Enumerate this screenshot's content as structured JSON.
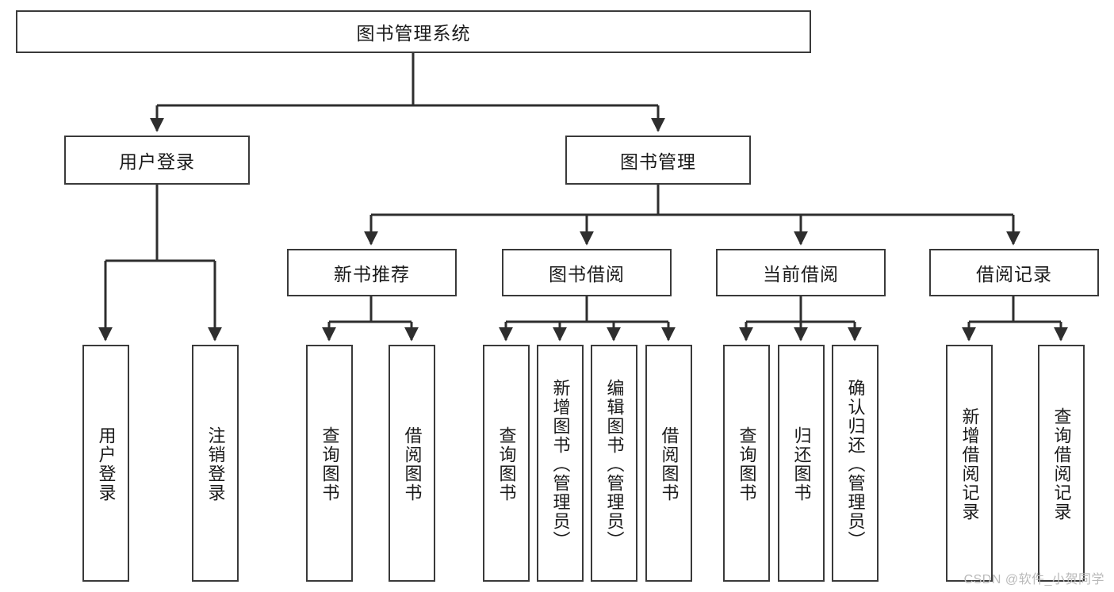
{
  "diagram": {
    "title": "图书管理系统",
    "type": "tree",
    "watermark": "CSDN @软件_小贺同学",
    "colors": {
      "box_border": "#3a3a3a",
      "box_fill": "#ffffff",
      "edge": "#2e2e2e",
      "text": "#1a1a1a",
      "watermark": "#b9b9b9"
    },
    "levels": {
      "root": "图书管理系统",
      "level2": [
        "用户登录",
        "图书管理"
      ],
      "level3": [
        "新书推荐",
        "图书借阅",
        "当前借阅",
        "借阅记录"
      ]
    },
    "nodes": {
      "root": {
        "label": "图书管理系统",
        "orientation": "horizontal"
      },
      "n_user_login": {
        "label": "用户登录",
        "orientation": "horizontal"
      },
      "n_book_mgmt": {
        "label": "图书管理",
        "orientation": "horizontal"
      },
      "n_new_book_rec": {
        "label": "新书推荐",
        "orientation": "horizontal"
      },
      "n_book_borrow": {
        "label": "图书借阅",
        "orientation": "horizontal"
      },
      "n_current_borrow": {
        "label": "当前借阅",
        "orientation": "horizontal"
      },
      "n_borrow_record": {
        "label": "借阅记录",
        "orientation": "horizontal"
      },
      "leaf_user_login": {
        "label": "用户登录",
        "orientation": "vertical"
      },
      "leaf_logout": {
        "label": "注销登录",
        "orientation": "vertical"
      },
      "leaf_query_book_1": {
        "label": "查询图书",
        "orientation": "vertical"
      },
      "leaf_borrow_book_1": {
        "label": "借阅图书",
        "orientation": "vertical"
      },
      "leaf_query_book_2": {
        "label": "查询图书",
        "orientation": "vertical"
      },
      "leaf_add_book": {
        "label": "新增图书（管理员）",
        "orientation": "vertical"
      },
      "leaf_edit_book": {
        "label": "编辑图书（管理员）",
        "orientation": "vertical"
      },
      "leaf_borrow_book_2": {
        "label": "借阅图书",
        "orientation": "vertical"
      },
      "leaf_query_book_3": {
        "label": "查询图书",
        "orientation": "vertical"
      },
      "leaf_return_book": {
        "label": "归还图书",
        "orientation": "vertical"
      },
      "leaf_confirm_return": {
        "label": "确认归还（管理员）",
        "orientation": "vertical"
      },
      "leaf_add_record": {
        "label": "新增借阅记录",
        "orientation": "vertical"
      },
      "leaf_query_record": {
        "label": "查询借阅记录",
        "orientation": "vertical"
      }
    },
    "edges": [
      {
        "from": "root",
        "to": "n_user_login"
      },
      {
        "from": "root",
        "to": "n_book_mgmt"
      },
      {
        "from": "n_user_login",
        "to": "leaf_user_login"
      },
      {
        "from": "n_user_login",
        "to": "leaf_logout"
      },
      {
        "from": "n_book_mgmt",
        "to": "n_new_book_rec"
      },
      {
        "from": "n_book_mgmt",
        "to": "n_book_borrow"
      },
      {
        "from": "n_book_mgmt",
        "to": "n_current_borrow"
      },
      {
        "from": "n_book_mgmt",
        "to": "n_borrow_record"
      },
      {
        "from": "n_new_book_rec",
        "to": "leaf_query_book_1"
      },
      {
        "from": "n_new_book_rec",
        "to": "leaf_borrow_book_1"
      },
      {
        "from": "n_book_borrow",
        "to": "leaf_query_book_2"
      },
      {
        "from": "n_book_borrow",
        "to": "leaf_add_book"
      },
      {
        "from": "n_book_borrow",
        "to": "leaf_edit_book"
      },
      {
        "from": "n_book_borrow",
        "to": "leaf_borrow_book_2"
      },
      {
        "from": "n_current_borrow",
        "to": "leaf_query_book_3"
      },
      {
        "from": "n_current_borrow",
        "to": "leaf_return_book"
      },
      {
        "from": "n_current_borrow",
        "to": "leaf_confirm_return"
      },
      {
        "from": "n_borrow_record",
        "to": "leaf_add_record"
      },
      {
        "from": "n_borrow_record",
        "to": "leaf_query_record"
      }
    ]
  }
}
